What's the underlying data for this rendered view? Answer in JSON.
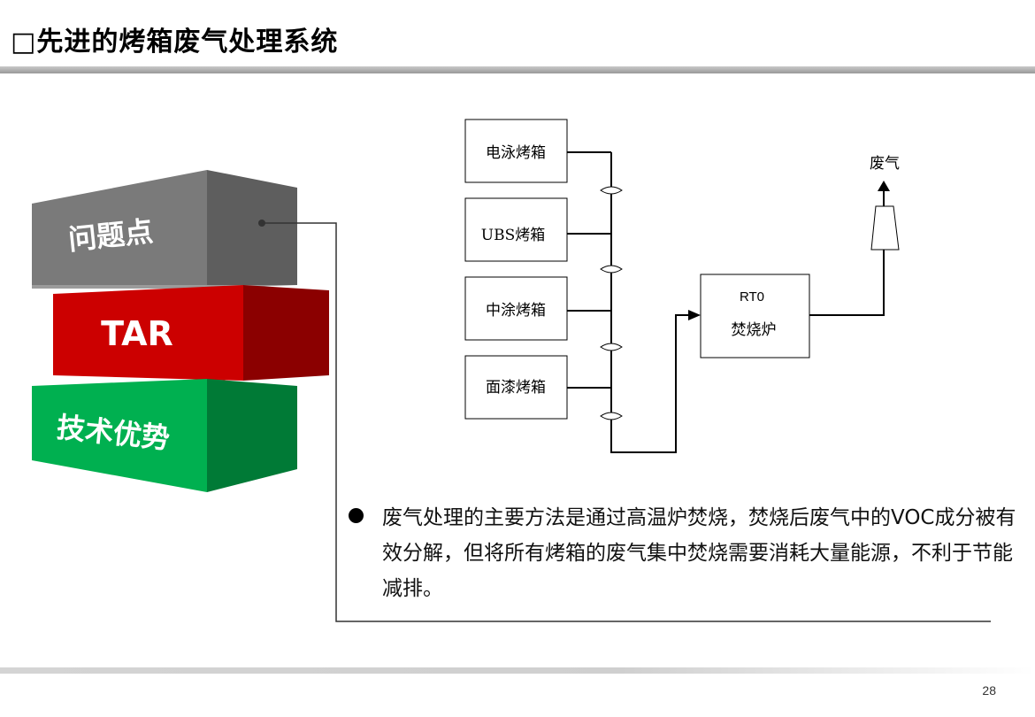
{
  "header": {
    "title": "□先进的烤箱废气处理系统"
  },
  "blocks": [
    {
      "label": "问题点",
      "color_front": "#7a7a7a",
      "color_side": "#5e5e5e",
      "color_top": "#9b9b9b"
    },
    {
      "label": "TAR",
      "color_front": "#cc0000",
      "color_side": "#8b0000",
      "color_top": "#e04040"
    },
    {
      "label": "技术优势",
      "color_front": "#00b050",
      "color_side": "#007a36",
      "color_top": "#33c46f"
    }
  ],
  "flow": {
    "ovens": [
      "电泳烤箱",
      "UBS烤箱",
      "中涂烤箱",
      "面漆烤箱"
    ],
    "incinerator_line1": "RT0",
    "incinerator_line2": "焚烧炉",
    "exhaust_label": "废气"
  },
  "bullet": {
    "text": "废气处理的主要方法是通过高温炉焚烧，焚烧后废气中的VOC成分被有效分解，但将所有烤箱的废气集中焚烧需要消耗大量能源，不利于节能减排。"
  },
  "footer": {
    "page_number": "28"
  }
}
